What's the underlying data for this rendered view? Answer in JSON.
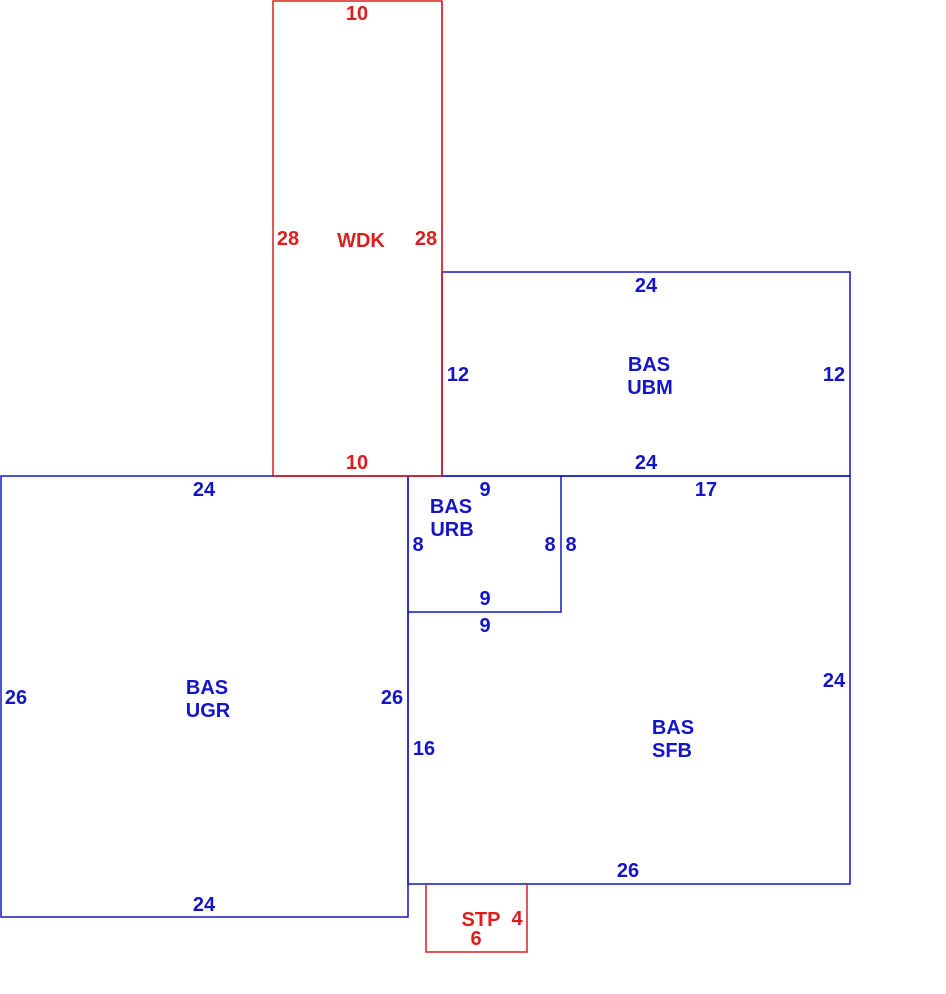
{
  "colors": {
    "bas": "#1414c8",
    "ext": "#dc1e1e",
    "background": "#ffffff"
  },
  "areas": {
    "wdk": {
      "code": "WDK",
      "dims": {
        "top": "10",
        "left": "28",
        "right": "28",
        "bottom": "10"
      }
    },
    "ubm": {
      "line1": "BAS",
      "line2": "UBM",
      "dims": {
        "top": "24",
        "left": "12",
        "right": "12",
        "bottom": "24"
      }
    },
    "ugr": {
      "line1": "BAS",
      "line2": "UGR",
      "dims": {
        "top": "24",
        "left": "26",
        "right": "26",
        "bottom": "24"
      }
    },
    "urb": {
      "line1": "BAS",
      "line2": "URB",
      "dims": {
        "top": "9",
        "left": "8",
        "right": "8",
        "bottom": "9"
      }
    },
    "sfb": {
      "line1": "BAS",
      "line2": "SFB",
      "dims": {
        "top": "17",
        "urb_side": "8",
        "urb_bottom": "9",
        "left": "16",
        "right": "24",
        "bottom": "26"
      }
    },
    "stp": {
      "code": "STP",
      "dims": {
        "right": "4",
        "bottom": "6"
      }
    }
  }
}
